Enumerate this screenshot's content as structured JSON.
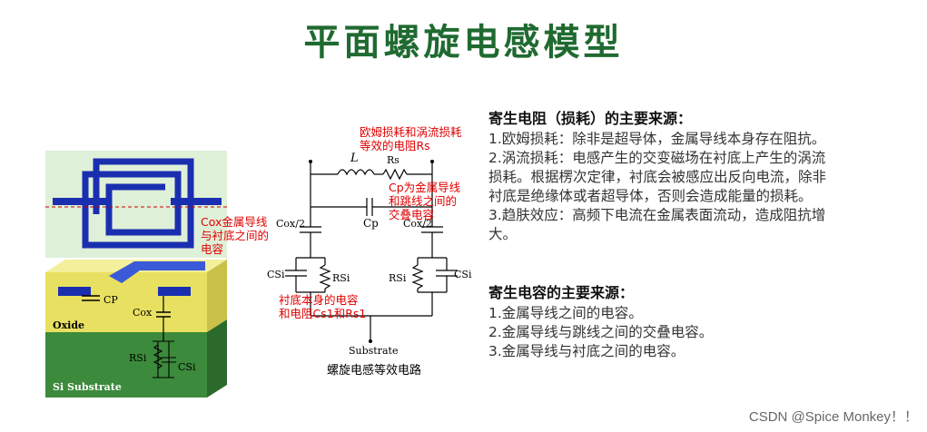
{
  "title": "平面螺旋电感模型",
  "notes": {
    "rs": [
      "欧姆损耗和涡流损耗",
      "等效的电阻Rs"
    ],
    "cp": [
      "Cp为金属导线",
      "和跳线之间的",
      "交叠电容"
    ],
    "cox": [
      "Cox金属导线",
      "与衬底之间的",
      "电容"
    ],
    "substrate": [
      "衬底本身的电容",
      "和电阻Cs1和Rs1"
    ]
  },
  "circuit": {
    "L": "L",
    "Rs": "Rs",
    "Cp": "Cp",
    "Cox_left": "Cox/2",
    "Cox_right": "Cox/2",
    "CSi_left": "CSi",
    "RSi_left": "RSi",
    "RSi_right": "RSi",
    "CSi_right": "CSi",
    "substrate_label": "Substrate",
    "caption": "螺旋电感等效电路"
  },
  "cross_section": {
    "cp": "CP",
    "cox": "Cox",
    "oxide": "Oxide",
    "rsi": "RSi",
    "csi": "CSi",
    "si_substrate": "Si Substrate"
  },
  "right_panel": {
    "resistance_heading": "寄生电阻（损耗）的主要来源：",
    "resistance_lines": [
      "1.欧姆损耗：除非是超导体，金属导线本身存在阻抗。",
      "2.涡流损耗：电感产生的交变磁场在衬底上产生的涡流",
      "损耗。根据楞次定律，衬底会被感应出反向电流，除非",
      "衬底是绝缘体或者超导体，否则会造成能量的损耗。",
      "3.趋肤效应：高频下电流在金属表面流动，造成阻抗增",
      "大。"
    ],
    "capacitance_heading": "寄生电容的主要来源：",
    "capacitance_lines": [
      "1.金属导线之间的电容。",
      "2.金属导线与跳线之间的交叠电容。",
      "3.金属导线与衬底之间的电容。"
    ]
  },
  "watermark": "CSDN @Spice Monkey！！",
  "colors": {
    "title": "#1f6a30",
    "note_red": "#e00000",
    "coil_blue": "#1a2fb0",
    "oxide_yellow": "#e8e060",
    "substrate_green": "#3c8a3c"
  }
}
